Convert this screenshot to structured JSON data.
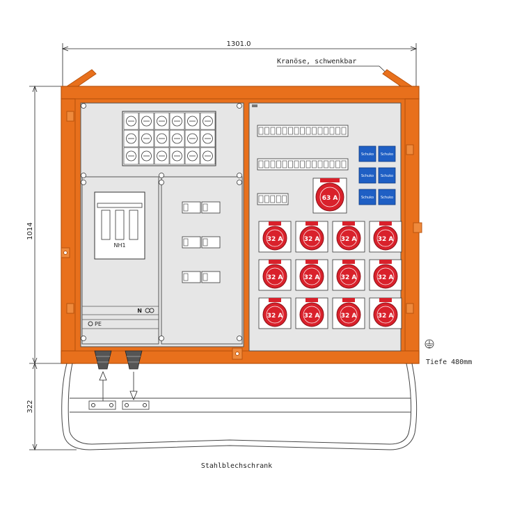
{
  "drawing": {
    "width_dim": "1301.0",
    "height_dim": "1014",
    "stand_dim": "322",
    "lifting_eye_label": "Kranöse, schwenkbar",
    "depth_label": "Tiefe 480mm",
    "caption": "Stahlblechschrank"
  },
  "left_panel": {
    "nh_label": "NH1",
    "n_label": "N",
    "pe_label": "PE"
  },
  "sockets": {
    "cee_63_label": "63 A",
    "cee_32_label": "32 A",
    "cee_32_count": 12,
    "schuko_label": "Schuko",
    "schuko_count": 6
  },
  "colors": {
    "frame_orange": "#e8701c",
    "frame_dark": "#b8520c",
    "panel_grey": "#e6e6e6",
    "cee_red": "#d9212b",
    "schuko_blue": "#1f5fc4"
  }
}
